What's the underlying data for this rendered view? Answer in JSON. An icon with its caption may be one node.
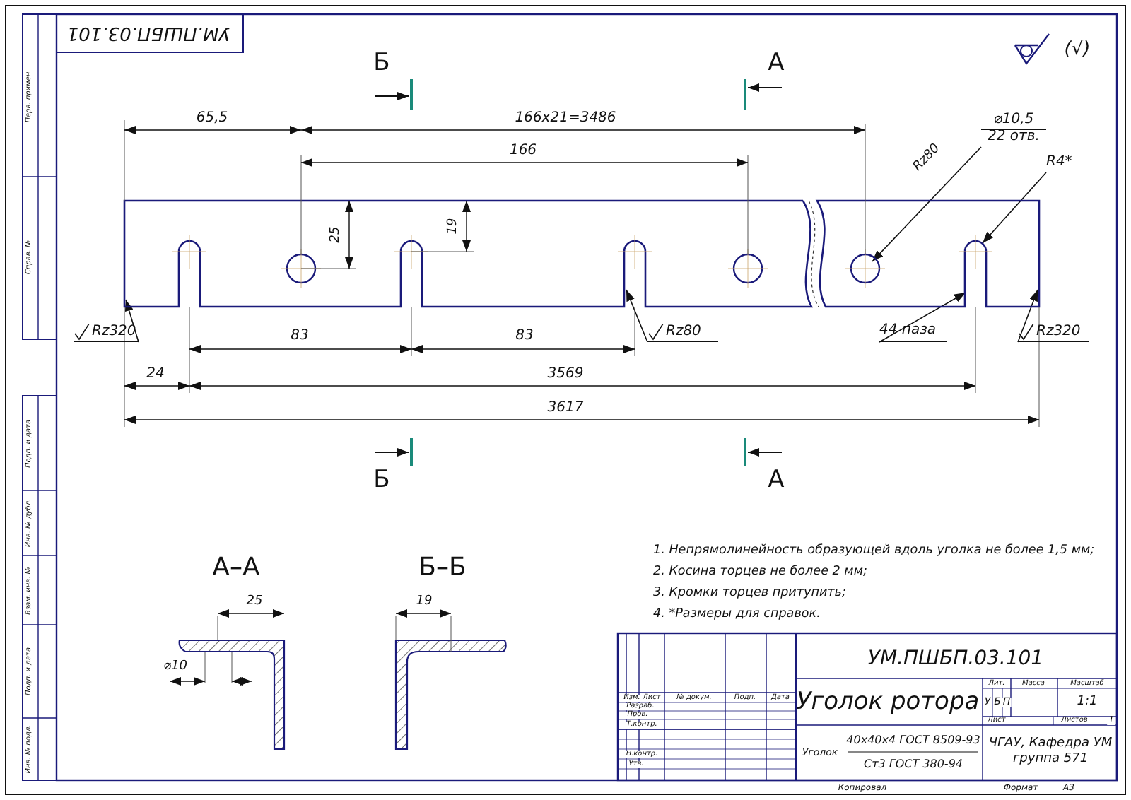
{
  "diagram": {
    "nodes": [
      {
        "text": [
          "Rz320"
        ]
      },
      {
        "text": [
          "Rz80"
        ]
      },
      {
        "text": [
          "44 паза"
        ]
      },
      {
        "text": [
          "Rz320"
        ]
      },
      {
        "text": [
          "⌀10,5",
          "22 отв."
        ]
      },
      {
        "text": [
          "R4*"
        ]
      },
      {
        "text": [],
        "shape": "picture"
      }
    ],
    "edges": [
      {
        "from": 0,
        "to": 6,
        "arrow": "to"
      },
      {
        "from": 1,
        "to": 6,
        "arrow": "to"
      },
      {
        "from": 2,
        "to": 6,
        "arrow": "to"
      },
      {
        "from": 3,
        "to": 6,
        "arrow": "to"
      },
      {
        "from": 4,
        "to": 6,
        "arrow": "to"
      },
      {
        "from": 5,
        "to": 6,
        "arrow": "to"
      }
    ],
    "labels": [
      "УМ.ПШБП.03.101",
      "Б",
      "А",
      "(√)",
      "65,5",
      "166х21=3486",
      "166",
      "Rz80",
      "25",
      "19",
      "83",
      "83",
      "24",
      "3569",
      "3617",
      "Б",
      "А",
      "А–А",
      "Б–Б",
      "25",
      "19",
      "⌀10",
      "1. Непрямолинейность образующей вдоль уголка не более 1,5 мм;",
      "2. Косина торцев не более 2 мм;",
      "3. Кромки торцев притупить;",
      "4. *Размеры для справок.",
      "УМ.ПШБП.03.101",
      "Изм.",
      "Лист",
      "№ докум.",
      "Подп.",
      "Дата",
      "Разраб.",
      "Пров.",
      "Т.контр.",
      "Н.контр.",
      "Утв.",
      "Уголок ротора",
      "Лит.",
      "Масса",
      "Масштаб",
      "У",
      "Б",
      "П",
      "1:1",
      "Лист",
      "Листов",
      "1",
      "Уголок",
      "40х40х4 ГОСТ 8509-93",
      "Ст3 ГОСТ 380-94",
      "ЧГАУ, Кафедра УМ группа 571",
      "Копировал",
      "Формат",
      "А3",
      "Перв. примен.",
      "Справ. №",
      "Подп. и дата",
      "Инв. № дубл.",
      "Взам. инв. №",
      "Подп. и дата",
      "Инв. № подл."
    ]
  }
}
